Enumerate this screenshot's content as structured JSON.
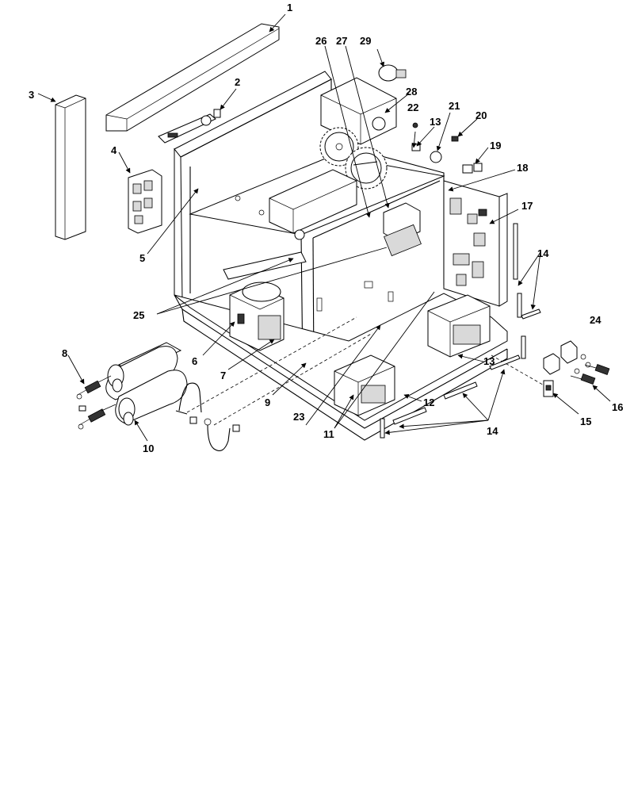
{
  "diagram": {
    "callouts": [
      "1",
      "2",
      "3",
      "4",
      "5",
      "6",
      "7",
      "8",
      "9",
      "10",
      "11",
      "12",
      "13",
      "13",
      "14",
      "14",
      "15",
      "16",
      "17",
      "18",
      "19",
      "20",
      "21",
      "22",
      "23",
      "24",
      "25",
      "26",
      "27",
      "28",
      "29"
    ]
  }
}
